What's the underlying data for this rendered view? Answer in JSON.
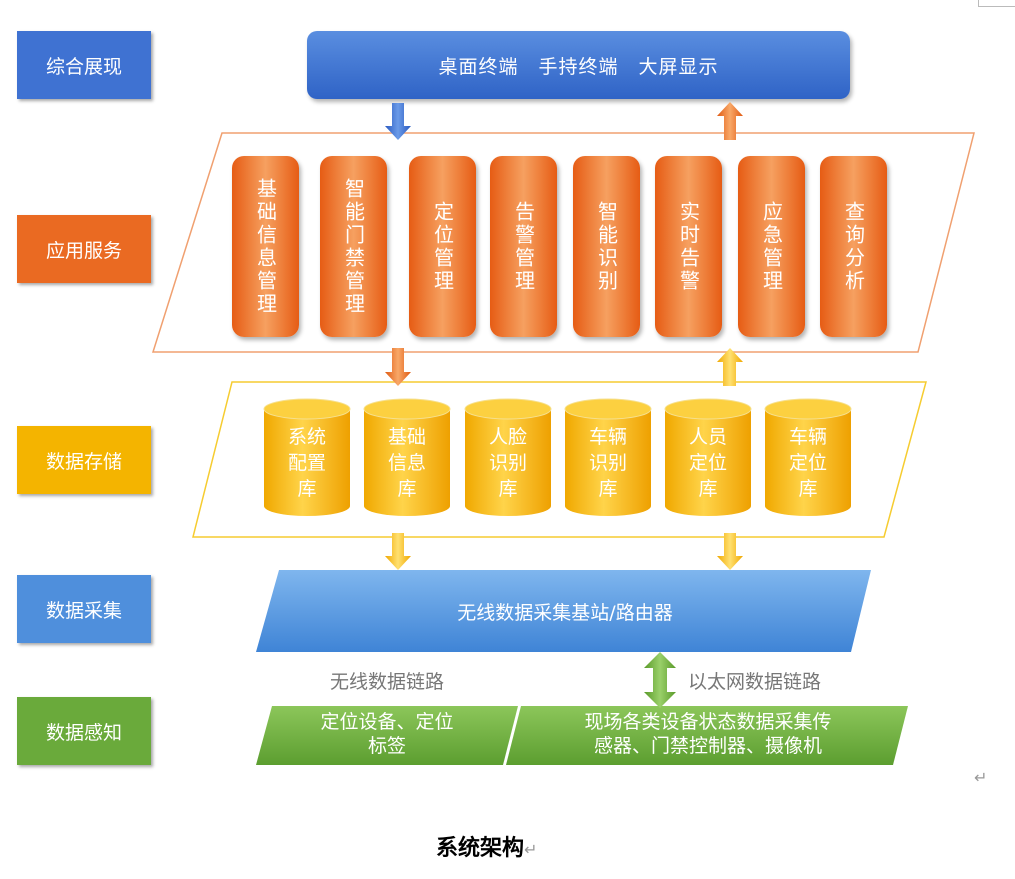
{
  "layers": {
    "presentation": "综合展现",
    "application": "应用服务",
    "storage": "数据存储",
    "collection": "数据采集",
    "sensing": "数据感知"
  },
  "colors": {
    "presentation": "#3f72d2",
    "application": "#ea6a22",
    "storage": "#f4b400",
    "collection": "#4f8fdc",
    "sensing": "#6aaa3b"
  },
  "terminals": [
    "桌面终端",
    "手持终端",
    "大屏显示"
  ],
  "services": [
    "基础信息管理",
    "智能门禁管理",
    "定位管理",
    "告警管理",
    "智能识别",
    "实时告警",
    "应急管理",
    "查询分析"
  ],
  "databases": [
    [
      "系统",
      "配置",
      "库"
    ],
    [
      "基础",
      "信息",
      "库"
    ],
    [
      "人脸",
      "识别",
      "库"
    ],
    [
      "车辆",
      "识别",
      "库"
    ],
    [
      "人员",
      "定位",
      "库"
    ],
    [
      "车辆",
      "定位",
      "库"
    ]
  ],
  "collection": {
    "label": "无线数据采集基站/路由器"
  },
  "links": {
    "wireless": "无线数据链路",
    "ethernet": "以太网数据链路"
  },
  "sensing": {
    "left_line1": "定位设备、定位",
    "left_line2": "标签",
    "right_line1": "现场各类设备状态数据采集传",
    "right_line2": "感器、门禁控制器、摄像机"
  },
  "caption": "系统架构"
}
